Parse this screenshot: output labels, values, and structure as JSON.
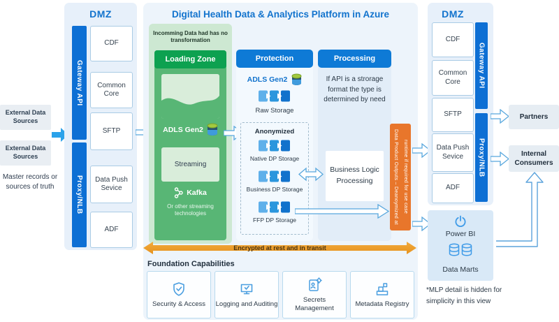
{
  "title": "Digital Health Data & Analytics Platform in Azure",
  "left": {
    "source1": "External Data Sources",
    "source2": "External Data Sources",
    "note": "Master records or sources of truth"
  },
  "dmz_left": {
    "title": "DMZ",
    "gateway": "Gateway API",
    "proxy": "Proxy/NLB",
    "boxes": [
      "CDF",
      "Common Core",
      "SFTP",
      "Data Push Sevice",
      "ADF"
    ]
  },
  "loading_zone": {
    "note": "Incomming Data had has no transformation",
    "header": "Loading Zone",
    "adls": "ADLS Gen2",
    "streaming": "Streaming",
    "kafka": "Kafka",
    "kafka_note": "Or other streaming technologies"
  },
  "protection": {
    "header": "Protection",
    "adls": "ADLS Gen2",
    "raw": "Raw Storage",
    "anonymized": "Anonymized",
    "native": "Native DP Storage",
    "business": "Business DP Storage",
    "ffp": "FFP DP Storage"
  },
  "processing": {
    "header": "Processing",
    "note": "If API is a strorage format the type is determined by need",
    "logic": "Business Logic Processing"
  },
  "outputs_bar": "Data Product Outputs – Deanoymized at runtime if required for use case",
  "encrypted": "Encrypted at rest and in transit",
  "foundation": {
    "title": "Foundation Capabilities",
    "items": [
      "Security & Access",
      "Logging and Auditing",
      "Secrets Management",
      "Metadata Registry"
    ]
  },
  "dmz_right": {
    "title": "DMZ",
    "gateway": "Gateway API",
    "proxy": "Proxy/NLB",
    "boxes": [
      "CDF",
      "Common Core",
      "SFTP",
      "Data Push Sevice",
      "ADF"
    ]
  },
  "consumers": {
    "partners": "Partners",
    "internal": "Internal Consumers",
    "power_bi": "Power BI",
    "data_marts": "Data Marts",
    "footnote": "*MLP detail is hidden for simplicity in this view"
  },
  "colors": {
    "accent_blue": "#0e7ad6",
    "title_blue": "#1273cd",
    "green_header": "#0da150",
    "green_column": "#58b675",
    "orange_bar": "#e8762b",
    "encrypted_orange": "#eda22e",
    "flow_arrow_blue": "#2ba2ea"
  }
}
